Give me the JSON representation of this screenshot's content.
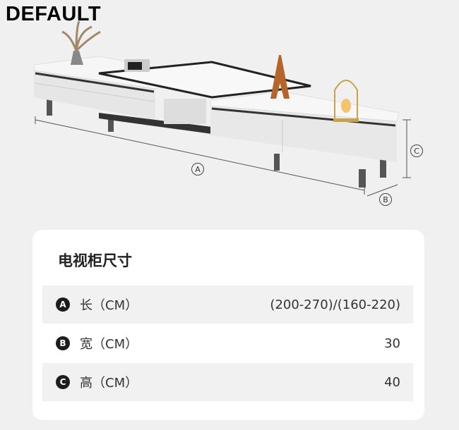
{
  "watermark": "DEFAULT",
  "diagram": {
    "markers": [
      "A",
      "B",
      "C"
    ]
  },
  "card": {
    "title": "电视柜尺寸",
    "rows": [
      {
        "marker": "A",
        "label": "长（CM）",
        "value": "(200-270)/(160-220)"
      },
      {
        "marker": "B",
        "label": "宽（CM）",
        "value": "30"
      },
      {
        "marker": "C",
        "label": "高（CM）",
        "value": "40"
      }
    ]
  }
}
